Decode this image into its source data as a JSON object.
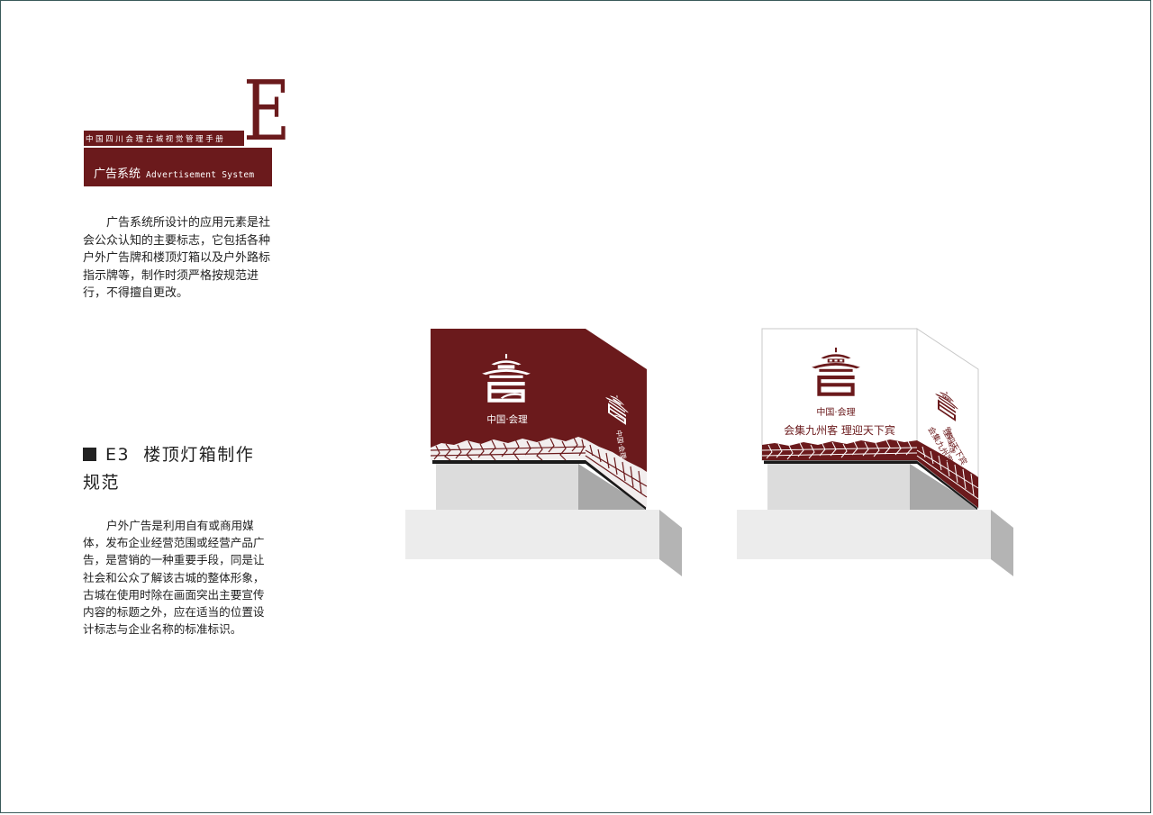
{
  "header": {
    "letter": "E",
    "manual_title": "中国四川会理古城视觉管理手册",
    "section_cn": "广告系统",
    "section_en": "Advertisement System"
  },
  "intro": {
    "text": "广告系统所设计的应用元素是社会公众认知的主要标志，它包括各种户外广告牌和楼顶灯箱以及户外路标指示牌等，制作时须严格按规范进行，不得擅自更改。"
  },
  "section": {
    "code": "E3",
    "title_line1": "楼顶灯箱制作",
    "title_line2": "规范",
    "text": "户外广告是利用自有或商用媒体，发布企业经营范围或经营产品广告，是营销的一种重要手段，同是让社会和公众了解该古城的整体形象，古城在使用时除在画面突出主要宣传内容的标题之外，应在适当的位置设计标志与企业名称的标准标识。"
  },
  "lightbox_dark": {
    "logo_caption": "中国·会理",
    "side_caption": "中国·会理"
  },
  "lightbox_light": {
    "logo_caption": "中国·会理",
    "slogan": "会集九州客  理迎天下宾",
    "side_caption": "中国·会理",
    "side_slogan_1": "会集九州客",
    "side_slogan_2": "理迎天下宾"
  },
  "colors": {
    "brand": "#6b1a1c",
    "text": "#222222",
    "base_light": "#ececec",
    "base_mid": "#dcdcdc",
    "base_dark": "#b4b4b4"
  }
}
